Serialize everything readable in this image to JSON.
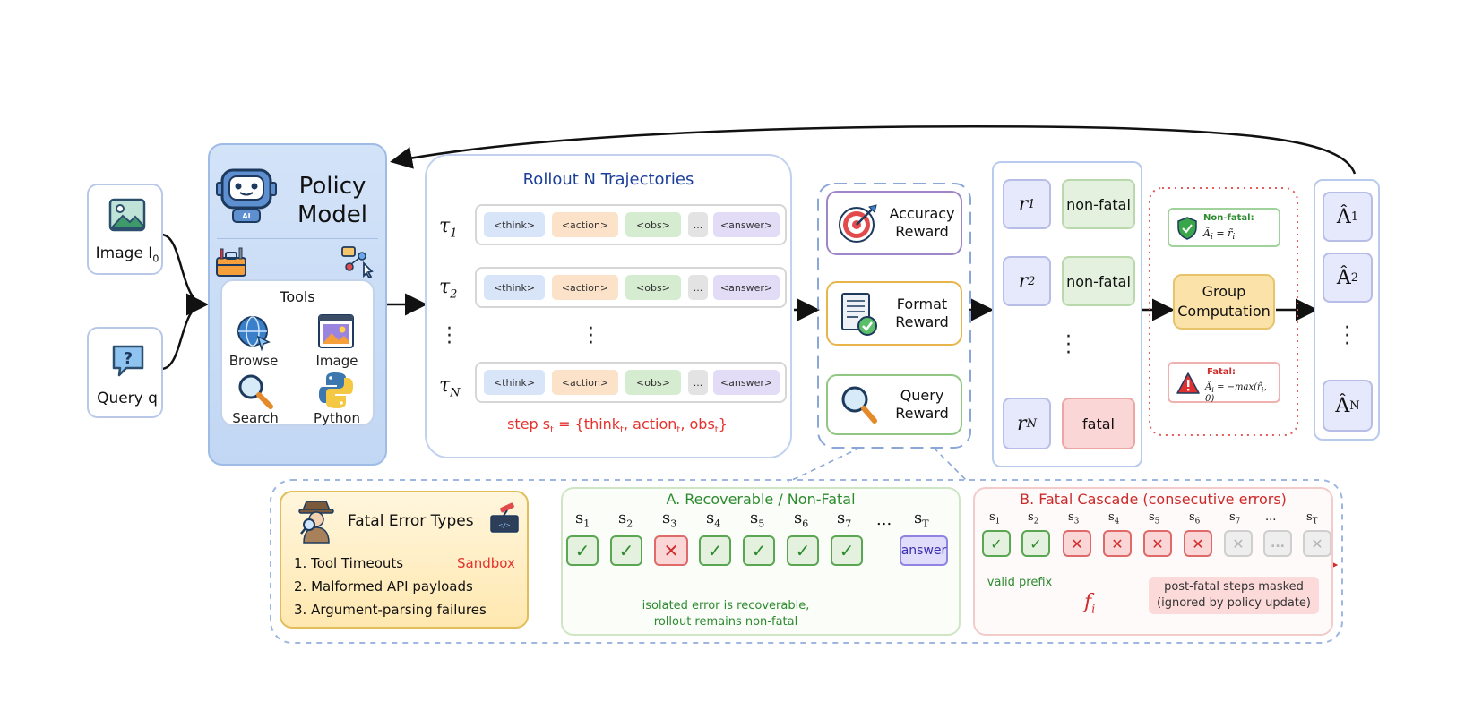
{
  "inputs": {
    "image_label": "Image I",
    "image_sub": "0",
    "query_label": "Query q"
  },
  "policy": {
    "title_line1": "Policy",
    "title_line2": "Model",
    "tools_title": "Tools",
    "tools": [
      "Browse",
      "Image",
      "Search",
      "Python"
    ]
  },
  "rollout": {
    "title": "Rollout N Trajectories",
    "tau": [
      "τ",
      "τ",
      "τ"
    ],
    "tau_sub": [
      "1",
      "2",
      "N"
    ],
    "tokens": [
      "<think>",
      "<action>",
      "<obs>",
      "...",
      "<answer>"
    ],
    "step_def": "step s",
    "step_def_sub": "t",
    "step_def_rest": " = {think",
    "step_def_parts": [
      ", action",
      ", obs",
      "}"
    ]
  },
  "rewards": [
    {
      "line1": "Accuracy",
      "line2": "Reward"
    },
    {
      "line1": "Format",
      "line2": "Reward"
    },
    {
      "line1": "Query",
      "line2": "Reward"
    }
  ],
  "results": {
    "r_subs": [
      "1",
      "2",
      "N"
    ],
    "statuses": [
      "non-fatal",
      "non-fatal",
      "fatal"
    ]
  },
  "advantage": {
    "nonfatal_title": "Non-fatal:",
    "nonfatal_formula": "Â",
    "fatal_title": "Fatal:",
    "group_line1": "Group",
    "group_line2": "Computation",
    "adv_subs": [
      "1",
      "2",
      "N"
    ]
  },
  "fatal_types": {
    "title": "Fatal Error Types",
    "sandbox": "Sandbox",
    "items": [
      "1. Tool Timeouts",
      "2. Malformed API payloads",
      "3. Argument-parsing failures"
    ]
  },
  "panel_a": {
    "title": "A. Recoverable / Non-Fatal",
    "subs": [
      "1",
      "2",
      "3",
      "4",
      "5",
      "6",
      "7"
    ],
    "dots": "...",
    "last_sub": "T",
    "answer": "answer",
    "note_line1": "isolated error is recoverable,",
    "note_line2": "rollout remains non-fatal"
  },
  "panel_b": {
    "title": "B. Fatal Cascade (consecutive errors)",
    "subs": [
      "1",
      "2",
      "3",
      "4",
      "5",
      "6",
      "7"
    ],
    "last_sub": "T",
    "valid_prefix": "valid prefix",
    "fi": "f",
    "fi_sub": "i",
    "mask_line1": "post-fatal steps masked",
    "mask_line2": "(ignored by policy update)"
  },
  "colors": {
    "ok": "#2e8a2e",
    "err": "#d12c2c",
    "accent_blue": "#1b3f9a"
  }
}
